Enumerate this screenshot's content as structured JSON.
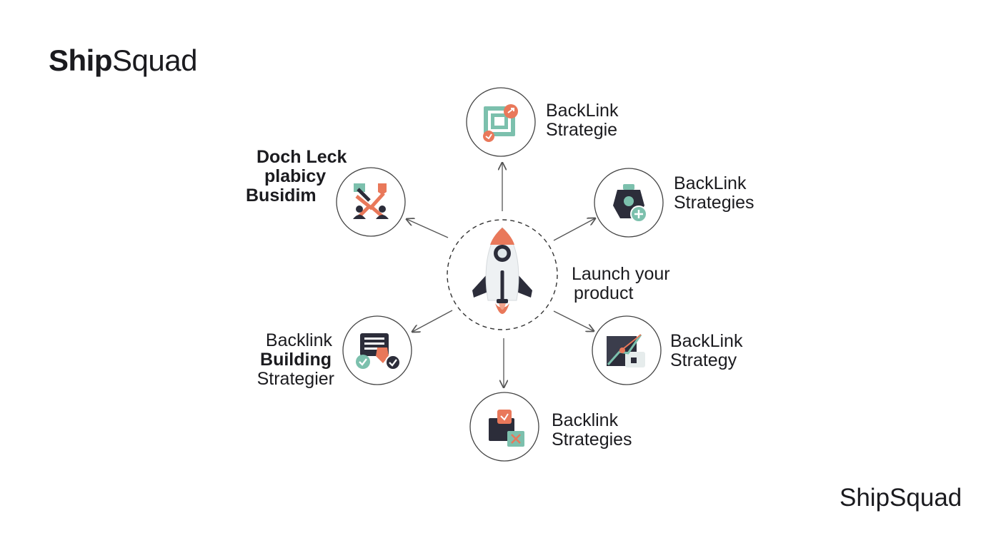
{
  "brand": {
    "top_bold": "Ship",
    "top_light": "Squad",
    "bottom": "ShipSquad"
  },
  "center": {
    "label_line1": "Launch your",
    "label_line2": "product",
    "icon": "rocket-icon"
  },
  "nodes": [
    {
      "id": "top",
      "lines": [
        "BackLink",
        "Strategie"
      ],
      "icon": "target-chart-icon"
    },
    {
      "id": "upper-right",
      "lines": [
        "BackLink",
        "Strategies"
      ],
      "icon": "user-add-icon"
    },
    {
      "id": "lower-right",
      "lines": [
        "BackLink",
        "Strategy"
      ],
      "icon": "growth-chart-icon"
    },
    {
      "id": "bottom",
      "lines": [
        "Backlink",
        "Strategies"
      ],
      "icon": "document-x-icon"
    },
    {
      "id": "lower-left",
      "lines": [
        "Backlink",
        "Building",
        "Strategier"
      ],
      "icon": "checklist-icon"
    },
    {
      "id": "upper-left",
      "lines": [
        "Doch Leck",
        "plabicy",
        "Busidim"
      ],
      "icon": "network-people-icon"
    }
  ],
  "colors": {
    "accent_orange": "#e9785a",
    "accent_teal": "#7cc0ad",
    "dark": "#2c2d3a",
    "stroke": "#555555"
  }
}
